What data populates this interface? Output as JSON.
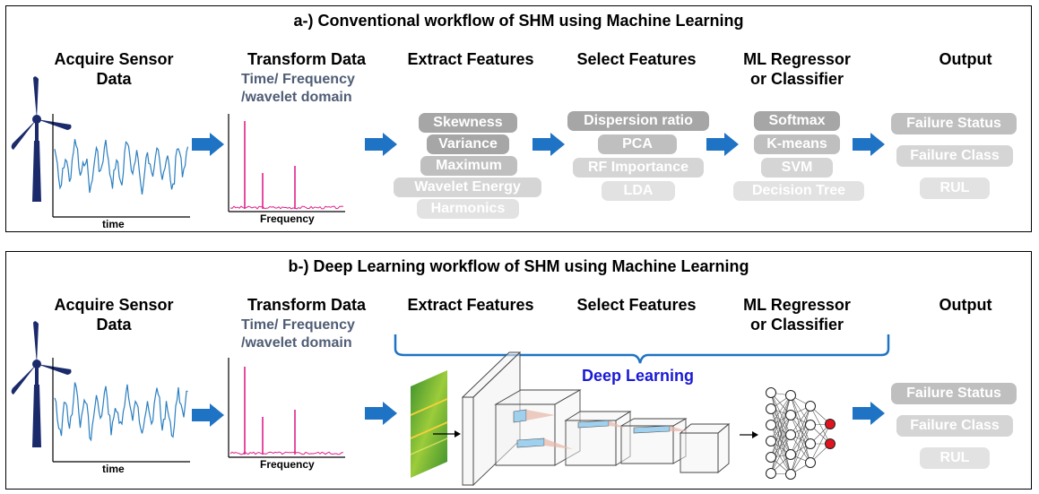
{
  "panel_a": {
    "title": "a-) Conventional workflow of SHM using Machine Learning",
    "stages": {
      "acquire_line1": "Acquire Sensor",
      "acquire_line2": "Data",
      "transform": "Transform Data",
      "transform_sub1": "Time/ Frequency",
      "transform_sub2": "/wavelet domain",
      "extract": "Extract Features",
      "select": "Select Features",
      "ml_line1": "ML Regressor",
      "ml_line2": "or Classifier",
      "output": "Output"
    },
    "plot_labels": {
      "time": "time",
      "frequency": "Frequency"
    },
    "extract_items": [
      "Skewness",
      "Variance",
      "Maximum",
      "Wavelet Energy",
      "Harmonics"
    ],
    "select_items": [
      "Dispersion ratio",
      "PCA",
      "RF Importance",
      "LDA"
    ],
    "ml_items": [
      "Softmax",
      "K-means",
      "SVM",
      "Decision Tree"
    ],
    "output_items": [
      "Failure Status",
      "Failure Class",
      "RUL"
    ]
  },
  "panel_b": {
    "title": "b-) Deep Learning workflow of SHM using Machine Learning",
    "stages": {
      "acquire_line1": "Acquire Sensor",
      "acquire_line2": "Data",
      "transform": "Transform Data",
      "transform_sub1": "Time/ Frequency",
      "transform_sub2": "/wavelet domain",
      "extract": "Extract Features",
      "select": "Select Features",
      "ml_line1": "ML Regressor",
      "ml_line2": "or Classifier",
      "output": "Output"
    },
    "plot_labels": {
      "time": "time",
      "frequency": "Frequency"
    },
    "deep_learning_label": "Deep Learning",
    "output_items": [
      "Failure Status",
      "Failure Class",
      "RUL"
    ]
  },
  "colors": {
    "arrow_blue": "#1f73c4",
    "turbine_navy": "#1b2a6b",
    "signal_blue": "#2b7fc0",
    "spectrum_magenta": "#e0208a",
    "deep_learning_blue": "#1a1ad6",
    "brace_blue": "#1f73c4",
    "output_node_red": "#e0141e"
  },
  "icons": [
    "wind-turbine-icon",
    "right-arrow-icon",
    "cnn-icon",
    "neural-network-icon"
  ]
}
